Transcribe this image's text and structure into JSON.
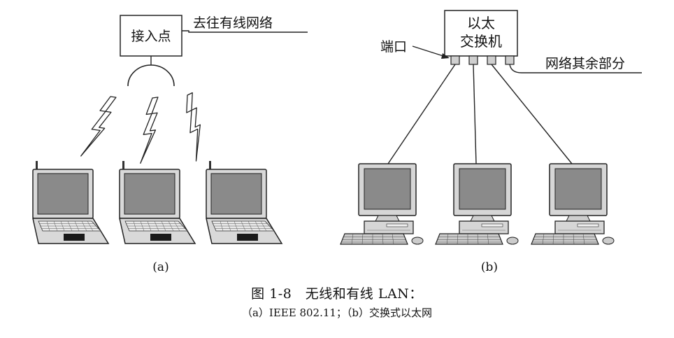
{
  "left_panel": {
    "access_point_label": "接入点",
    "wired_network_label": "去往有线网络",
    "sub_label": "(a)"
  },
  "right_panel": {
    "switch_label_line1": "以太",
    "switch_label_line2": "交换机",
    "port_label": "端口",
    "rest_of_network_label": "网络其余部分",
    "sub_label": "(b)"
  },
  "caption": {
    "title": "图 1-8　无线和有线 LAN：",
    "subtitle": "（a）IEEE 802.11；（b）交换式以太网"
  },
  "colors": {
    "screen": "#8a8a8a",
    "device_body": "#d6d6d6",
    "line": "#222222"
  }
}
